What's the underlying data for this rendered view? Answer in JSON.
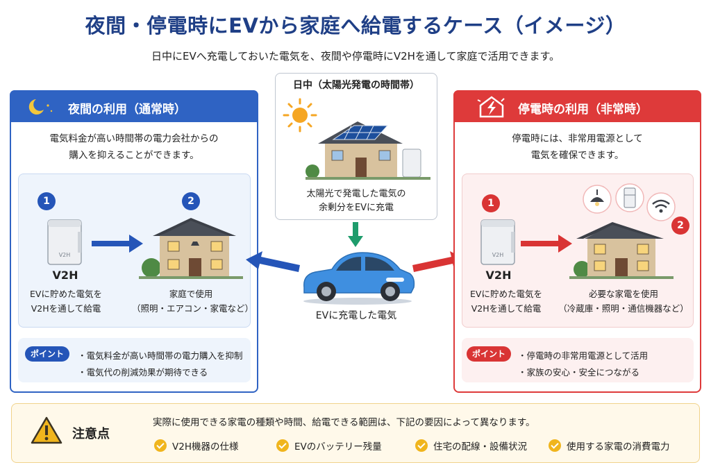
{
  "header": {
    "title": "夜間・停電時にEVから家庭へ給電するケース（イメージ）",
    "subtitle": "日中にEVへ充電しておいた電気を、夜間や停電時にV2Hを通して家庭で活用できます。"
  },
  "night": {
    "title": "夜間の利用（通常時）",
    "desc_line1": "電気料金が高い時間帯の電力会社からの",
    "desc_line2": "購入を抑えることができます。",
    "step1_num": "1",
    "step2_num": "2",
    "device_label": "V2H",
    "step1_line1": "EVに貯めた電気を",
    "step1_line2": "V2Hを通して給電",
    "step2_line1": "家庭で使用",
    "step2_line2": "（照明・エアコン・家電など）",
    "point_label": "ポイント",
    "points": [
      "電気料金が高い時間帯の電力購入を抑制",
      "電気代の削減効果が期待できる"
    ]
  },
  "day": {
    "title": "日中（太陽光発電の時間帯）",
    "desc_line1": "太陽光で発電した電気の",
    "desc_line2": "余剰分をEVに充電"
  },
  "ev": {
    "label": "EVに充電した電気"
  },
  "outage": {
    "title": "停電時の利用（非常時）",
    "desc_line1": "停電時には、非常用電源として",
    "desc_line2": "電気を確保できます。",
    "step1_num": "1",
    "step2_num": "2",
    "device_label": "V2H",
    "step1_line1": "EVに貯めた電気を",
    "step1_line2": "V2Hを通して給電",
    "step2_line1": "必要な家電を使用",
    "step2_line2": "（冷蔵庫・照明・通信機器など）",
    "point_label": "ポイント",
    "points": [
      "停電時の非常用電源として活用",
      "家族の安心・安全につながる"
    ]
  },
  "caution": {
    "title": "注意点",
    "text": "実際に使用できる家電の種類や時間、給電できる範囲は、下記の要因によって異なります。",
    "items": [
      "V2H機器の仕様",
      "EVのバッテリー残量",
      "住宅の配線・設備状況",
      "使用する家電の消費電力"
    ]
  },
  "colors": {
    "title_blue": "#1f3f86",
    "night_blue": "#2f63c3",
    "outage_red": "#de3a3a",
    "arrow_green": "#1e9c6c",
    "caution_yellow": "#f0b51d",
    "ev_blue": "#3f8fe0"
  }
}
